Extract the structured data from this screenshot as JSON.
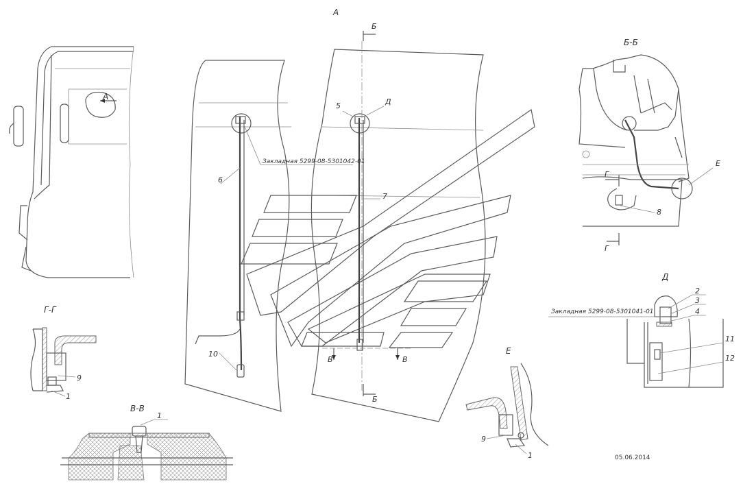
{
  "views": {
    "a": "А",
    "bb": "Б-Б",
    "gg": "Г-Г",
    "vv": "В-В",
    "d": "Д",
    "e": "Е"
  },
  "section_marks": {
    "b": "Б",
    "g": "Г",
    "v": "В",
    "a": "А",
    "d": "Д",
    "e": "Е"
  },
  "notes": {
    "embed_1": "Закладная 5299-08-5301042-01",
    "embed_2": "Закладная 5299-08-5301041-01"
  },
  "callouts": [
    "1",
    "2",
    "3",
    "4",
    "5",
    "6",
    "7",
    "8",
    "9",
    "10",
    "11",
    "12"
  ],
  "date": "05.06.2014"
}
